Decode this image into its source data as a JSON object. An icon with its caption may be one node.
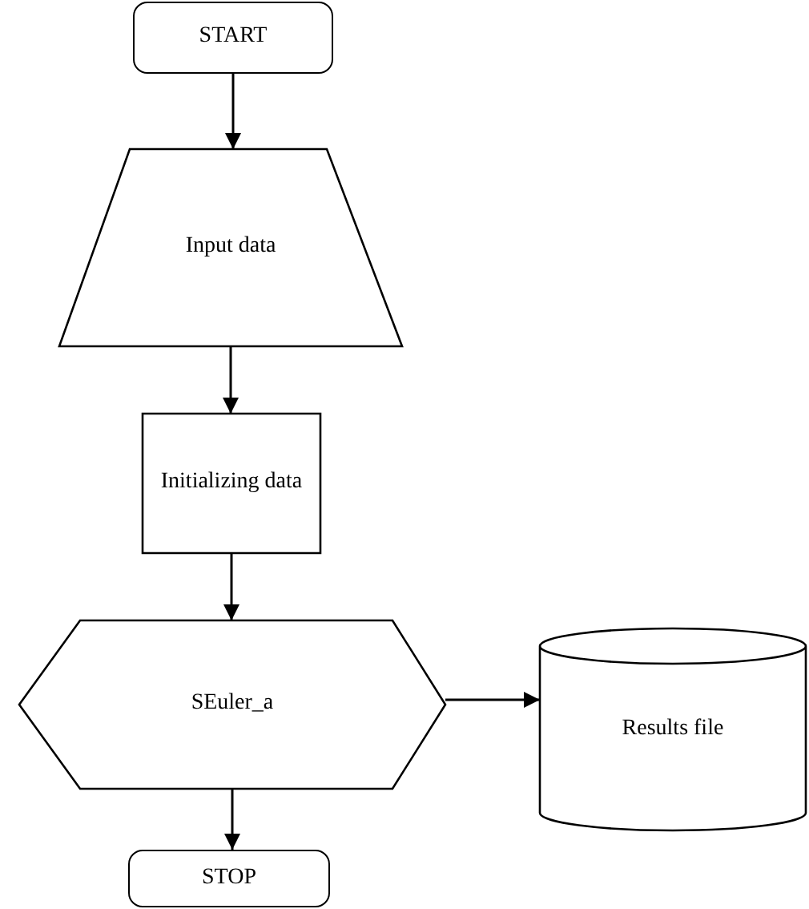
{
  "diagram": {
    "nodes": [
      {
        "text": [
          "START"
        ]
      },
      {
        "text": [
          "Input data"
        ]
      },
      {
        "text": [
          "Initializing data"
        ]
      },
      {
        "text": [
          "SEuler_a"
        ]
      },
      {
        "text": [
          "Results file"
        ]
      },
      {
        "text": [
          "STOP"
        ]
      }
    ],
    "edges": [
      {
        "from": 0,
        "to": 1,
        "arrow": "to"
      },
      {
        "from": 1,
        "to": 2,
        "arrow": "to"
      },
      {
        "from": 2,
        "to": 3,
        "arrow": "to"
      },
      {
        "from": 3,
        "to": 4,
        "arrow": "to"
      },
      {
        "from": 3,
        "to": 5,
        "arrow": "to"
      }
    ]
  }
}
